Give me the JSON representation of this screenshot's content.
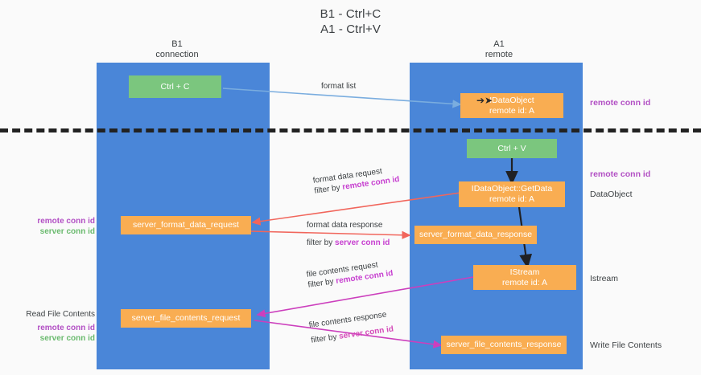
{
  "title": {
    "line1": "B1 - Ctrl+C",
    "line2": "A1 - Ctrl+V"
  },
  "columns": [
    {
      "name": "B1",
      "subtitle": "connection"
    },
    {
      "name": "A1",
      "subtitle": "remote"
    }
  ],
  "nodes": {
    "ctrl_c": {
      "label": "Ctrl + C"
    },
    "ctrl_v": {
      "label": "Ctrl + V"
    },
    "idataobject": {
      "line1": "IDataObject",
      "line2": "remote id: A"
    },
    "getdata": {
      "line1": "IDataObject::GetData",
      "line2": "remote id: A"
    },
    "istream": {
      "line1": "IStream",
      "line2": "remote id: A"
    },
    "server_format_data_request": {
      "label": "server_format_data_request"
    },
    "server_format_data_response": {
      "label": "server_format_data_response"
    },
    "server_file_contents_request": {
      "label": "server_file_contents_request"
    },
    "server_file_contents_response": {
      "label": "server_file_contents_response"
    }
  },
  "edge_labels": {
    "format_list": "format list",
    "format_data_request": "format data request",
    "format_data_request_filter_prefix": "filter by ",
    "format_data_request_filter_token": "remote conn id",
    "format_data_response": "format data response",
    "format_data_response_filter_prefix": "filter by ",
    "format_data_response_filter_token": "server conn id",
    "file_contents_request": "file contents request",
    "file_contents_request_filter_prefix": "filter by ",
    "file_contents_request_filter_token": "remote conn id",
    "file_contents_response": "file contents response",
    "file_contents_response_filter_prefix": "filter by ",
    "file_contents_response_filter_token": "server conn id"
  },
  "right_notes": {
    "remote_conn_id_top": "remote conn id",
    "remote_conn_id_mid": "remote conn id",
    "dataobject": "DataObject",
    "istream": "Istream",
    "write_file_contents": "Write File Contents"
  },
  "left_notes": {
    "remote_conn_id_1": "remote conn id",
    "server_conn_id_1": "server conn id",
    "read_file_contents": "Read File Contents",
    "remote_conn_id_2": "remote conn id",
    "server_conn_id_2": "server conn id"
  },
  "colors": {
    "lane": "#4a86d8",
    "node_green": "#7bc67e",
    "node_orange": "#f9ad52",
    "arrow_blue": "#7aaddf",
    "arrow_red": "#f1665c",
    "arrow_pink": "#cc3fbd",
    "arrow_black": "#202124",
    "token_purple": "#b24fc4",
    "token_green": "#6aba6e",
    "background": "#fafafa"
  }
}
